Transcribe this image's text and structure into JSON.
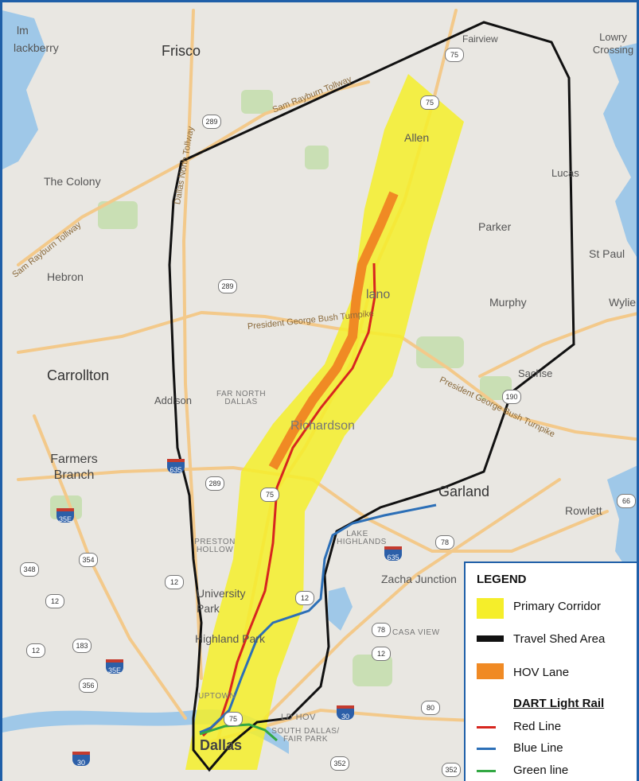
{
  "places": {
    "frisco": "Frisco",
    "blackberry": "lackberry",
    "lm": "lm",
    "fairview": "Fairview",
    "lowry_crossing": "Lowry Crossing",
    "the_colony": "The Colony",
    "allen": "Allen",
    "lucas": "Lucas",
    "parker": "Parker",
    "st_paul": "St Paul",
    "hebron": "Hebron",
    "plano": "lano",
    "murphy": "Murphy",
    "wylie": "Wylie",
    "carrollton": "Carrollton",
    "addison": "Addison",
    "far_north_dallas": "FAR NORTH DALLAS",
    "sachse": "Sachse",
    "richardson": "Richardson",
    "farmers_branch": "Farmers Branch",
    "garland": "Garland",
    "rowlett": "Rowlett",
    "preston_hollow": "PRESTON HOLLOW",
    "lake_highlands": "LAKE HIGHLANDS",
    "zacha_junction": "Zacha Junction",
    "university_park": "University Park",
    "highland_park": "Highland Park",
    "casa_view": "CASA VIEW",
    "uptown": "UPTOWN",
    "dallas": "Dallas",
    "south_dallas": "SOUTH DALLAS/ FAIR PARK",
    "old_hov": "LD HOV"
  },
  "roads": {
    "sam_rayburn_1": "Sam Rayburn Tollway",
    "sam_rayburn_2": "Sam Rayburn Tollway",
    "north_tollway": "Dallas North Tollway",
    "pgbt_1": "President George Bush Turnpike",
    "pgbt_2": "President George Bush Turnpike"
  },
  "shields": {
    "us75_a": "75",
    "us75_b": "75",
    "us75_c": "75",
    "us75_d": "75",
    "sh289_a": "289",
    "sh289_b": "289",
    "sh289_c": "289",
    "i635_a": "635",
    "i635_b": "635",
    "i35e_a": "35E",
    "i35e_b": "35E",
    "sh354": "354",
    "sh348": "348",
    "sh12_a": "12",
    "sh12_b": "12",
    "sh12_c": "12",
    "sh12_d": "12",
    "sh183": "183",
    "sh356": "356",
    "sh78_a": "78",
    "sh78_b": "78",
    "sh66": "66",
    "i30_a": "30",
    "i30_b": "30",
    "sh80": "80",
    "sh352_a": "352",
    "sh352_b": "352",
    "sh190": "190"
  },
  "legend": {
    "title": "LEGEND",
    "primary_corridor": "Primary Corridor",
    "travel_shed": "Travel Shed Area",
    "hov_lane": "HOV Lane",
    "dart_title": "DART Light Rail",
    "red_line": "Red Line",
    "blue_line": "Blue Line",
    "green_line": "Green line"
  },
  "colors": {
    "corridor": "#f5ee2a",
    "travel_shed": "#111111",
    "hov": "#f08a24",
    "red_line": "#d7261f",
    "blue_line": "#2c6fb7",
    "green_line": "#33a844",
    "water": "#9fc8e8",
    "road": "#f3c98a"
  }
}
